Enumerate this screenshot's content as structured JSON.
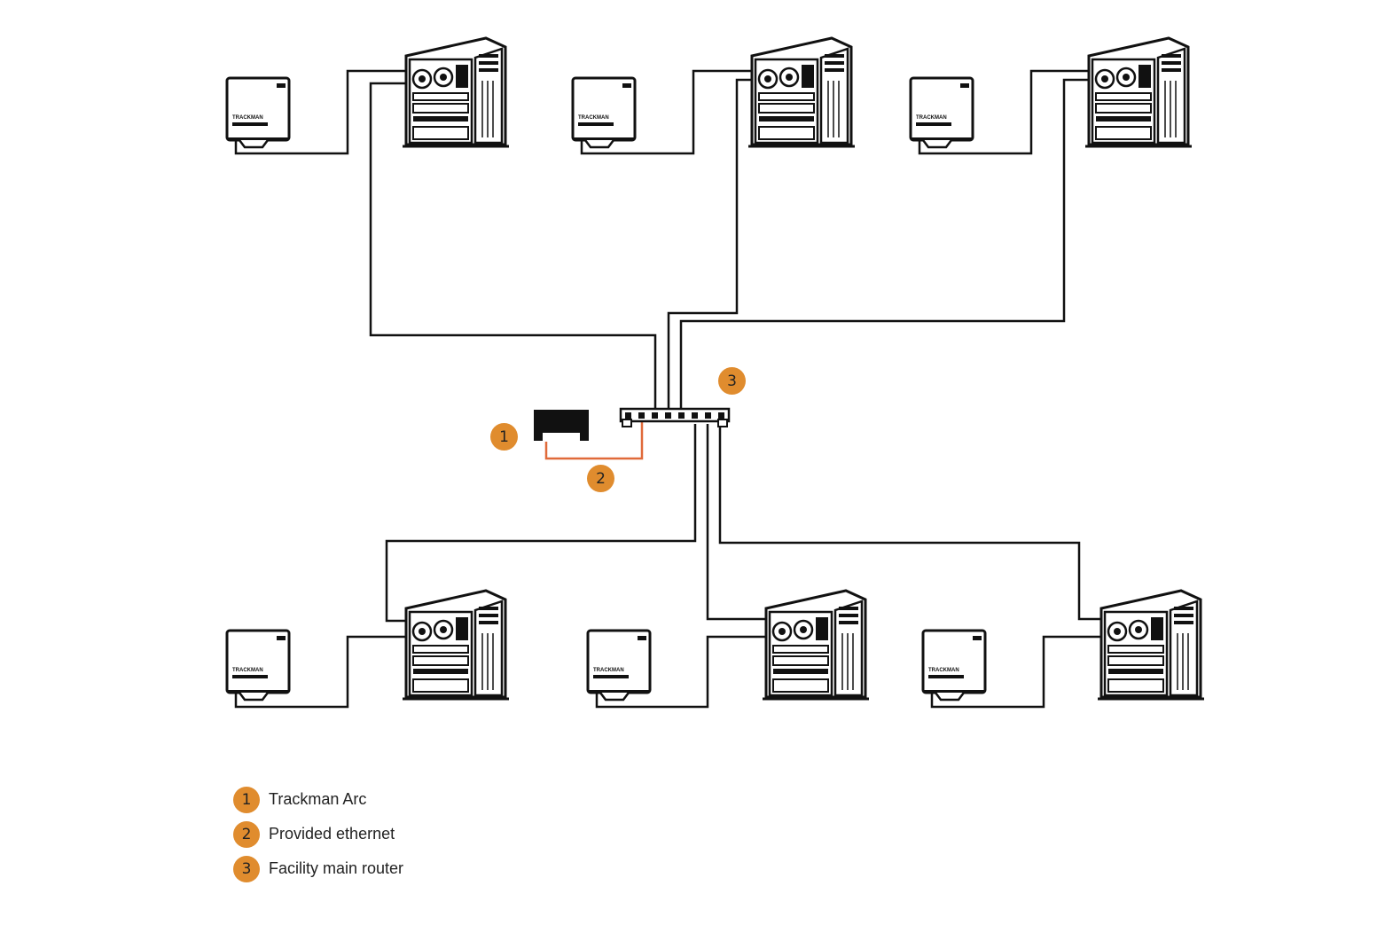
{
  "colors": {
    "badge": "#E08C2E",
    "cable": "#111111",
    "ethernet": "#E06A3A"
  },
  "markers": [
    {
      "number": "1"
    },
    {
      "number": "2"
    },
    {
      "number": "3"
    }
  ],
  "legend": {
    "items": [
      {
        "number": "1",
        "label": "Trackman Arc"
      },
      {
        "number": "2",
        "label": "Provided ethernet"
      },
      {
        "number": "3",
        "label": "Facility main router"
      }
    ]
  },
  "devices": {
    "launch_monitor_label": "TRACKMAN"
  }
}
